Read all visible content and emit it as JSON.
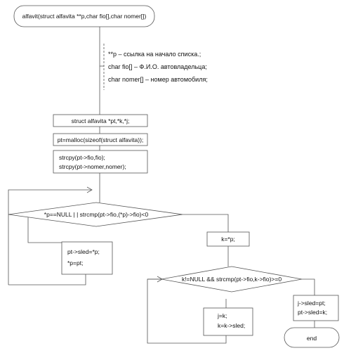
{
  "diagram": {
    "nodes": {
      "start": "alfavit(struct alfavita **p,char fio[],char nomer[])",
      "comment": [
        "**p – ссылка на начало списка.;",
        "char fio[] – Ф.И.О. автовладельца;",
        "char nomer[] – номер автомобиля;"
      ],
      "declare": "struct alfavita *pt,*k,*j;",
      "malloc": "pt=malloc(sizeof(struct alfavita));",
      "copy": [
        "strcpy(pt->fio,fio);",
        "strcpy(pt->nomer,nomer);"
      ],
      "cond1": "*p==NULL | | strcmp(pt->fio,(*p)->fio)<0",
      "insert_head": [
        "pt->sled=*p;",
        "*p=pt;"
      ],
      "assign_k": "k=*p;",
      "cond2": "k!=NULL && strcmp(pt->fio,k->fio)>=0",
      "advance": [
        "j=k;",
        "k=k->sled;"
      ],
      "insert_mid": [
        "j->sled=pt;",
        "pt->sled=k;"
      ],
      "end": "end"
    }
  }
}
